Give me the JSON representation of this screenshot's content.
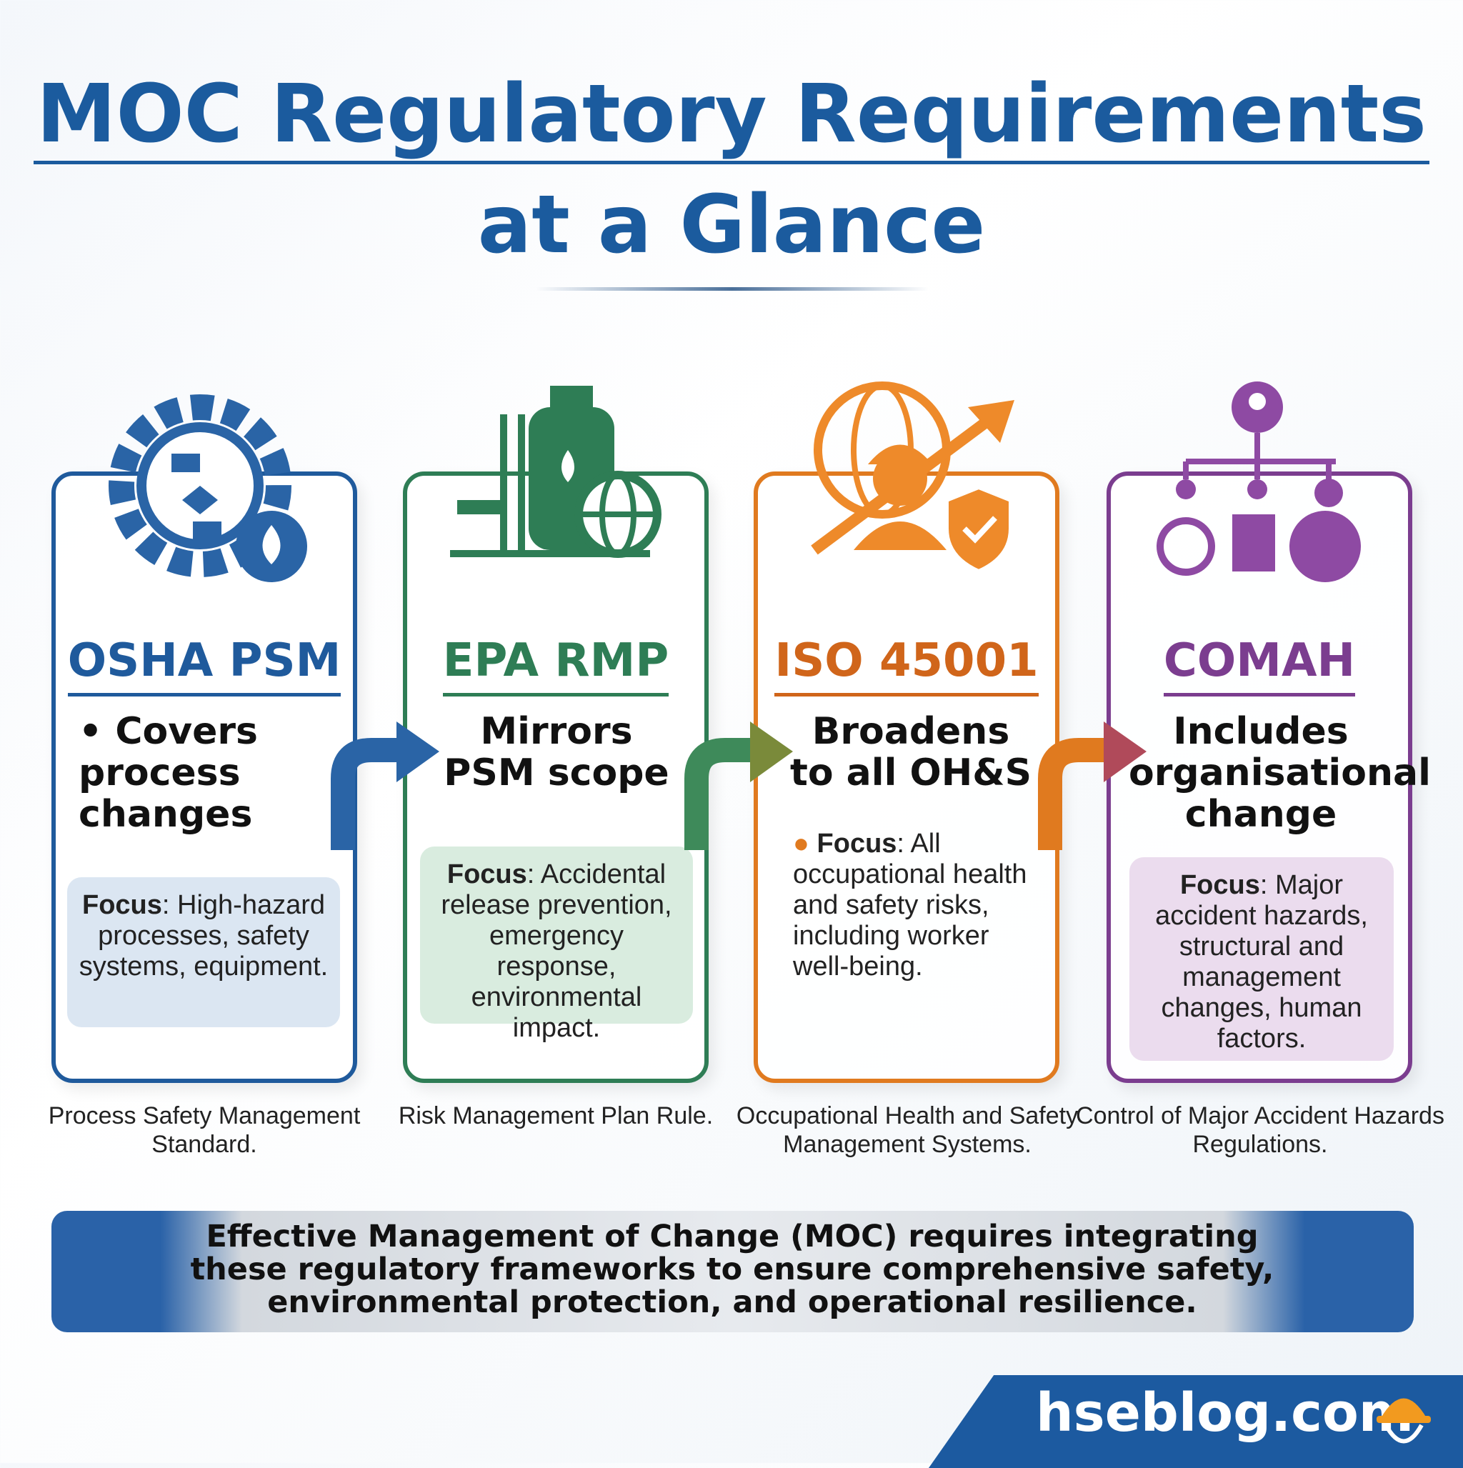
{
  "title": {
    "line1": "MOC Regulatory Requirements",
    "line2": "at a Glance"
  },
  "cards": [
    {
      "heading": "OSHA PSM",
      "subtitle": "• Covers process changes",
      "focus_label": "Focus",
      "focus_text": ": High-hazard processes, safety systems, equipment.",
      "caption": "Process Safety Management Standard.",
      "color": "#1f5a9c"
    },
    {
      "heading": "EPA RMP",
      "subtitle": "Mirrors PSM scope",
      "focus_label": "Focus",
      "focus_text": ": Accidental release prevention, emergency response, environmental impact.",
      "caption": "Risk Management Plan Rule.",
      "color": "#2e7d55"
    },
    {
      "heading": "ISO 45001",
      "subtitle": "Broadens to all OH&S",
      "focus_label": "Focus",
      "focus_text": ": All occupational health and safety risks, including worker well-being.",
      "caption": "Occupational Health and Safety Management Systems.",
      "color": "#e07a1f"
    },
    {
      "heading": "COMAH",
      "subtitle": "Includes organisational change",
      "focus_label": "Focus",
      "focus_text": ": Major accident hazards, structural and management changes, human factors.",
      "caption": "Control of Major Accident Hazards Regulations.",
      "color": "#7b3d8f"
    }
  ],
  "banner": "Effective Management of Change (MOC) requires integrating these regulatory frameworks to ensure comprehensive safety, environmental protection, and operational resilience.",
  "footer": "hseblog.com"
}
